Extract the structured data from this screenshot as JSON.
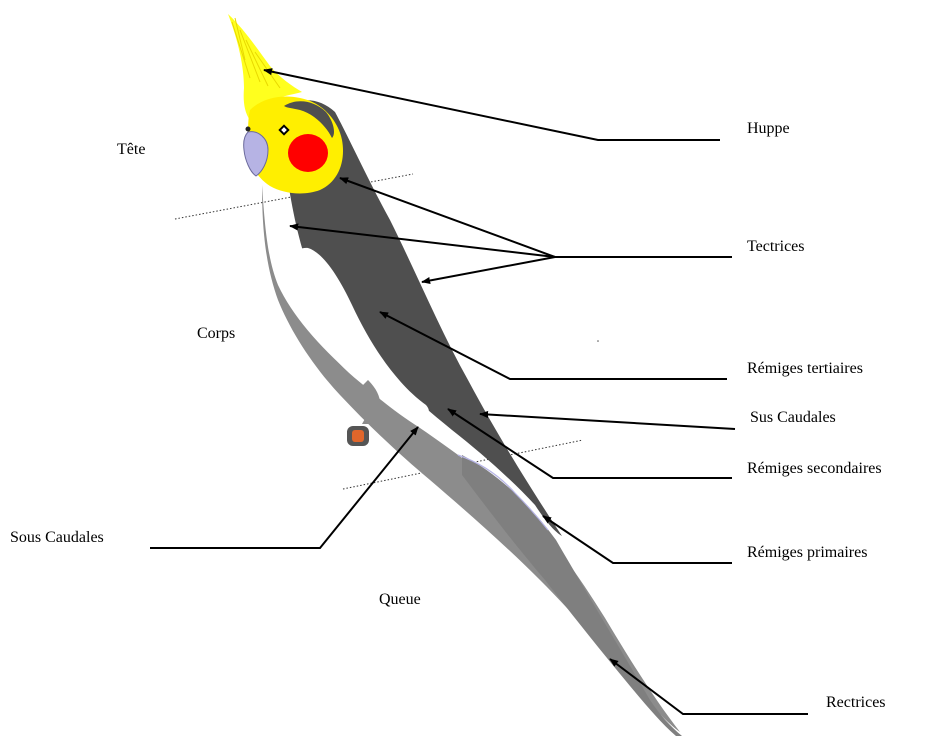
{
  "regions": {
    "head": "Tête",
    "body": "Corps",
    "tail": "Queue"
  },
  "parts": {
    "crest": "Huppe",
    "coverts": "Tectrices",
    "tertiaries": "Rémiges tertiaires",
    "uppertail_coverts": "Sus Caudales",
    "secondaries": "Rémiges secondaires",
    "undertail_coverts": "Sous Caudales",
    "primaries": "Rémiges primaires",
    "rectrices": "Rectrices"
  },
  "colors": {
    "crest": "#ffff1e",
    "face": "#ffef00",
    "cheek_patch": "#ff0000",
    "beak": "#b6b3e4",
    "wing_dark": "#4f4f4f",
    "body_grey": "#8c8c8c",
    "wing_patch": "#ffffff",
    "foot": "#e0662b",
    "lines": "#000000"
  }
}
